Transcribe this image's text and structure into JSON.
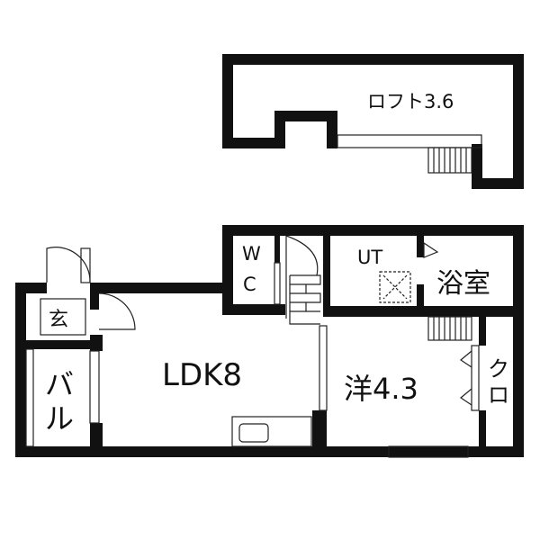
{
  "rooms": {
    "loft": "ロフト3.6",
    "wc_top": "W",
    "wc_bottom": "C",
    "ut": "UT",
    "bath": "浴室",
    "entrance": "玄",
    "balcony_top": "バ",
    "balcony_bottom": "ル",
    "ldk": "LDK8",
    "western": "洋4.3",
    "closet_top": "ク",
    "closet_bottom": "ロ"
  },
  "colors": {
    "wall": "#111111",
    "line": "#222222",
    "background": "#ffffff"
  }
}
